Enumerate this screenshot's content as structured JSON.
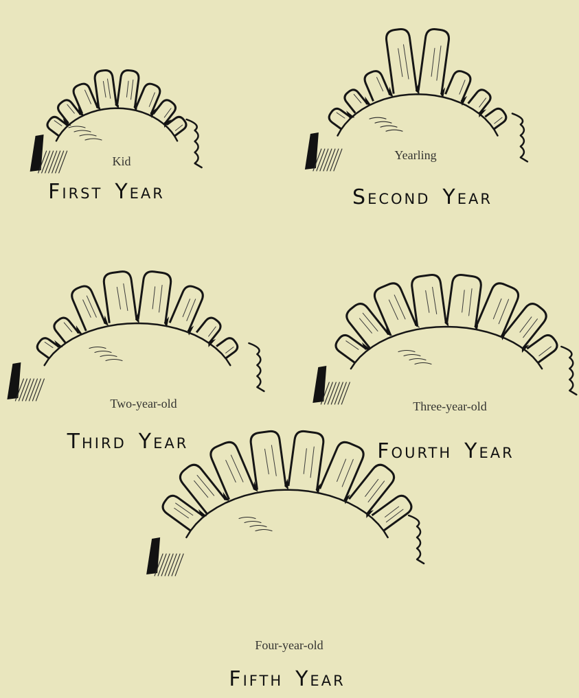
{
  "panels": [
    {
      "label": "Kid",
      "caption_words": [
        "First",
        "Year"
      ],
      "incisors": 8
    },
    {
      "label": "Yearling",
      "caption_words": [
        "Second",
        "Year"
      ],
      "incisors": 8
    },
    {
      "label": "Two-year-old",
      "caption_words": [
        "Third",
        "Year"
      ],
      "incisors": 8
    },
    {
      "label": "Three-year-old",
      "caption_words": [
        "Fourth",
        "Year"
      ],
      "incisors": 8
    },
    {
      "label": "Four-year-old",
      "caption_words": [
        "Fifth",
        "Year"
      ],
      "incisors": 8
    }
  ],
  "colors": {
    "paper": "#e9e6be",
    "ink": "#161616"
  }
}
